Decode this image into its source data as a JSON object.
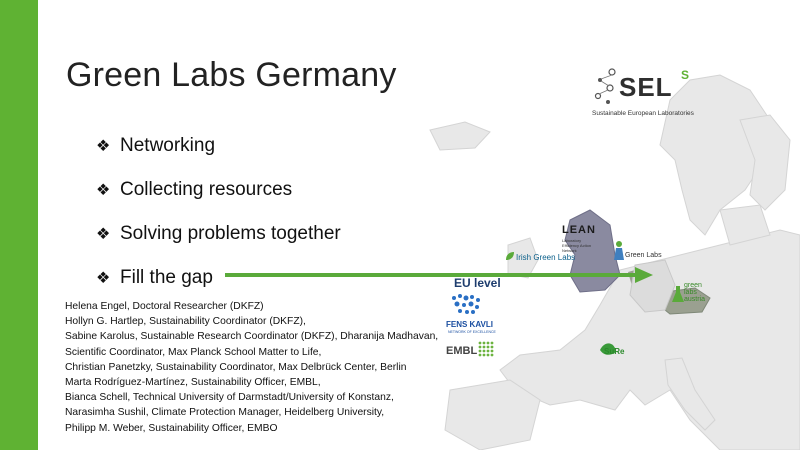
{
  "slide": {
    "title": "Green Labs Germany",
    "bullets": [
      "Networking",
      "Collecting resources",
      "Solving problems together",
      "Fill the gap"
    ],
    "bullet_glyph": "❖",
    "credits": [
      "Helena Engel, Doctoral Researcher (DKFZ)",
      "Hollyn G. Hartlep, Sustainability Coordinator (DKFZ),",
      "Sabine Karolus, Sustainable Research Coordinator (DKFZ), Dharanija Madhavan,",
      "Scientific Coordinator, Max Planck School Matter to Life,",
      "Christian Panetzky, Sustainability Coordinator, Max Delbrück Center, Berlin",
      "Marta Rodríguez-Martínez, Sustainability Officer, EMBL,",
      "Bianca Schell, Technical University of Darmstadt/University of Konstanz,",
      "Narasimha Sushil, Climate Protection Manager, Heidelberg University,",
      "Philipp M. Weber, Sustainability Officer, EMBO"
    ]
  },
  "map_labels": {
    "eu_level": "EU level",
    "sels_word": "SEL",
    "sels_sup": "S",
    "sels_sub": "Sustainable European Laboratories",
    "irish_green_labs": "Irish Green Labs",
    "lean_word": "LEAN",
    "lean_sub": "Laboratory Efficiency Action Network",
    "green_labs_nl": "Green Labs",
    "fens_kavli": "FENS KAVLI",
    "fens_kavli_sub": "NETWORK OF EXCELLENCE",
    "embl": "EMBL",
    "sure": "SuRe",
    "green_labs_austria": "green labs austria"
  },
  "colors": {
    "accent_green": "#5fb233",
    "arrow_green": "#5aaa3a",
    "map_land": "#e6e6e6",
    "uk_highlight": "#8a8aa0",
    "austria_highlight": "#9aa090"
  },
  "icons": [
    "bullet-diamond-icon",
    "arrow-right-icon",
    "sels-logo-icon",
    "fens-kavli-logo-icon",
    "embl-logo-icon",
    "green-labs-logo-icon"
  ]
}
